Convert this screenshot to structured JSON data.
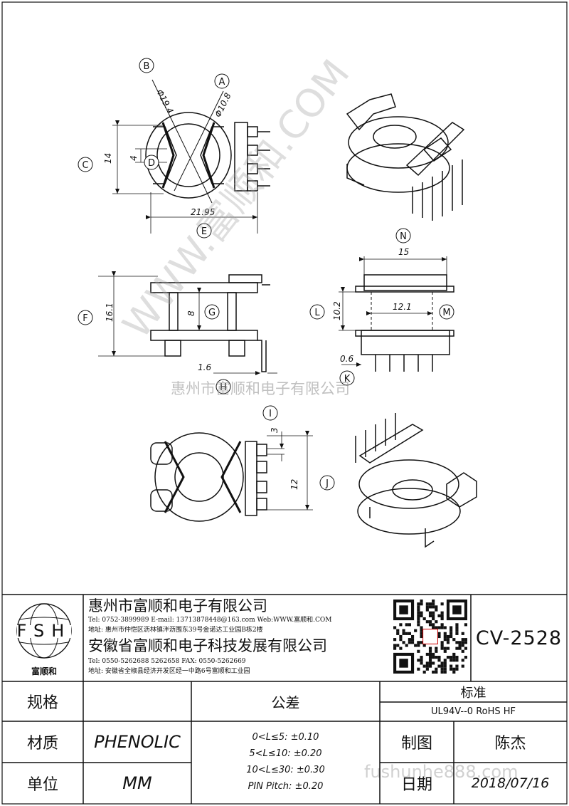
{
  "drawing": {
    "circle_labels": [
      "B",
      "A",
      "C",
      "D",
      "E",
      "F",
      "G",
      "L",
      "M",
      "N",
      "H",
      "K",
      "I",
      "J"
    ],
    "dims": {
      "phi19": "Φ19.4",
      "phi10": "Φ10.8",
      "h14": "14",
      "h4": "4",
      "w2195": "21.95",
      "h161": "16.1",
      "h8": "8",
      "w16": "1.6",
      "w15": "15",
      "h102": "10.2",
      "w121": "12.1",
      "w06": "0.6",
      "h3": "3",
      "h12": "12"
    }
  },
  "watermarks": {
    "diagonal": "WWW.富顺和.COM",
    "company": "惠州市富顺和电子有限公司",
    "url": "fushunhe888.com"
  },
  "title_block": {
    "logo_letters": "FSH",
    "logo_caption": "富顺和",
    "company1": "惠州市富顺和电子有限公司",
    "tel1": "Tel:  0752-3899989   E-mail: 13713878448@163.com   Web:WWW.富顺和.COM",
    "addr1": "地址: 惠州市仲恺区沥林镇泮沥围东39号金诺达工业园B栋2楼",
    "company2": "安徽省富顺和电子科技发展有限公司",
    "tel2": "Tel:  0550-5262688  5262658      FAX: 0550-5262669",
    "addr2": "地址: 安徽省全椒县经济开发区经一中路6号富顺和工业园",
    "part_no": "CV-2528",
    "spec_label": "规格",
    "tolerance_label": "公差",
    "standard_label": "标准",
    "standard_value": "UL94V--0  RoHS HF",
    "material_label": "材质",
    "material_value": "PHENOLIC",
    "drawn_label": "制图",
    "drawn_value": "陈杰",
    "unit_label": "单位",
    "unit_value": "MM",
    "date_label": "日期",
    "date_value": "2018/07/16",
    "tolerances": [
      "0<L≤5: ±0.10",
      "5<L≤10: ±0.20",
      "10<L≤30: ±0.30",
      "PIN Pitch: ±0.20"
    ]
  }
}
